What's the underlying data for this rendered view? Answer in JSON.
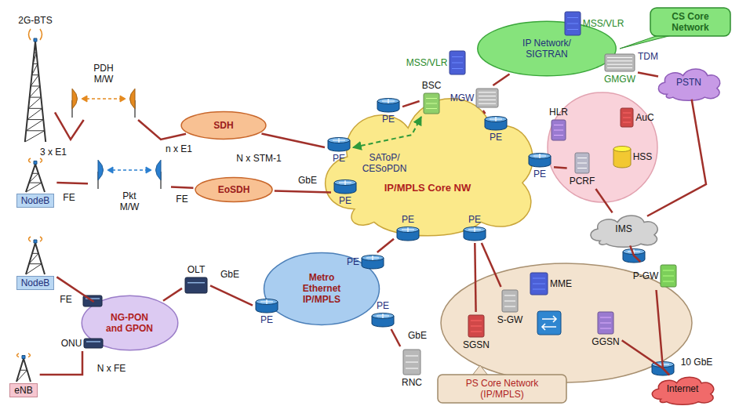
{
  "diagram": {
    "nodes": [
      {
        "text": [
          "2G-BTS"
        ]
      },
      {
        "text": [
          "PDH M/W"
        ]
      },
      {
        "text": [
          "SDH"
        ]
      },
      {
        "text": [
          "BSC"
        ]
      },
      {
        "text": [
          "MSS/VLR"
        ]
      },
      {
        "text": [
          "MGW"
        ]
      },
      {
        "text": [
          "IP Network/ SIGTRAN"
        ]
      },
      {
        "text": [
          "MSS/VLR"
        ]
      },
      {
        "text": [
          "CS Core Network"
        ]
      },
      {
        "text": [
          "GMGW"
        ]
      },
      {
        "text": [
          "PSTN"
        ]
      },
      {
        "text": [
          "IP/MPLS Core NW"
        ]
      },
      {
        "text": [
          "PE"
        ]
      },
      {
        "text": [
          "PE"
        ]
      },
      {
        "text": [
          "PE"
        ]
      },
      {
        "text": [
          "PE"
        ]
      },
      {
        "text": [
          "PE"
        ]
      },
      {
        "text": [
          "PE"
        ]
      },
      {
        "text": [
          "PE"
        ]
      },
      {
        "text": [
          "PE"
        ]
      },
      {
        "text": [
          "PE"
        ]
      },
      {
        "text": [
          "PE"
        ]
      },
      {
        "text": [
          "HLR"
        ]
      },
      {
        "text": [
          "AuC"
        ]
      },
      {
        "text": [
          "HSS"
        ]
      },
      {
        "text": [
          "PCRF"
        ]
      },
      {
        "text": [
          "NodeB"
        ]
      },
      {
        "text": [
          "Pkt M/W"
        ]
      },
      {
        "text": [
          "EoSDH"
        ]
      },
      {
        "text": [
          "IMS"
        ]
      },
      {
        "text": [
          "Metro Ethernet IP/MPLS"
        ]
      },
      {
        "text": [
          "NodeB"
        ]
      },
      {
        "text": [
          "OLT"
        ]
      },
      {
        "text": [
          "NG-PON and GPON"
        ]
      },
      {
        "text": [
          "ONU"
        ]
      },
      {
        "text": [
          "eNB"
        ]
      },
      {
        "text": [
          "P-GW"
        ]
      },
      {
        "text": [
          "MME"
        ]
      },
      {
        "text": [
          "S-GW"
        ]
      },
      {
        "text": [
          "SGSN"
        ]
      },
      {
        "text": [
          "GGSN"
        ]
      },
      {
        "text": [
          "RNC"
        ]
      },
      {
        "text": [
          "Internet"
        ]
      },
      {
        "text": [
          "PS Core Network (IP/MPLS)"
        ]
      }
    ],
    "edges": [
      {
        "from": 0,
        "to": 1,
        "arrow": "none",
        "label": "3 x E1"
      },
      {
        "from": 1,
        "to": 2,
        "arrow": "none",
        "label": "n x E1"
      },
      {
        "from": 2,
        "to": 12,
        "arrow": "none",
        "label": "N x STM-1"
      },
      {
        "from": 12,
        "to": 3,
        "arrow": "both",
        "label": "SAToP/ CESoPDN"
      },
      {
        "from": 3,
        "to": 13,
        "arrow": "none"
      },
      {
        "from": 5,
        "to": 14,
        "arrow": "none"
      },
      {
        "from": 5,
        "to": 6,
        "arrow": "none"
      },
      {
        "from": 9,
        "to": 10,
        "arrow": "none",
        "label": "TDM"
      },
      {
        "from": 10,
        "to": 29,
        "arrow": "none"
      },
      {
        "from": 15,
        "to": 25,
        "arrow": "none"
      },
      {
        "from": 25,
        "to": 29,
        "arrow": "none"
      },
      {
        "from": 26,
        "to": 27,
        "arrow": "none",
        "label": "FE"
      },
      {
        "from": 27,
        "to": 28,
        "arrow": "none",
        "label": "FE"
      },
      {
        "from": 28,
        "to": 16,
        "arrow": "none",
        "label": "GbE"
      },
      {
        "from": 17,
        "to": 19,
        "arrow": "none"
      },
      {
        "from": 18,
        "to": 39,
        "arrow": "none"
      },
      {
        "from": 18,
        "to": 38,
        "arrow": "none"
      },
      {
        "from": 36,
        "to": 29,
        "arrow": "none"
      },
      {
        "from": 36,
        "to": 42,
        "arrow": "none",
        "label": "10 GbE"
      },
      {
        "from": 40,
        "to": 42,
        "arrow": "none"
      },
      {
        "from": 21,
        "to": 41,
        "arrow": "none",
        "label": "GbE"
      },
      {
        "from": 32,
        "to": 20,
        "arrow": "none",
        "label": "GbE"
      },
      {
        "from": 32,
        "to": 33,
        "arrow": "none"
      },
      {
        "from": 31,
        "to": 33,
        "arrow": "none",
        "label": "FE"
      },
      {
        "from": 35,
        "to": 34,
        "arrow": "none",
        "label": "N x FE"
      }
    ]
  }
}
